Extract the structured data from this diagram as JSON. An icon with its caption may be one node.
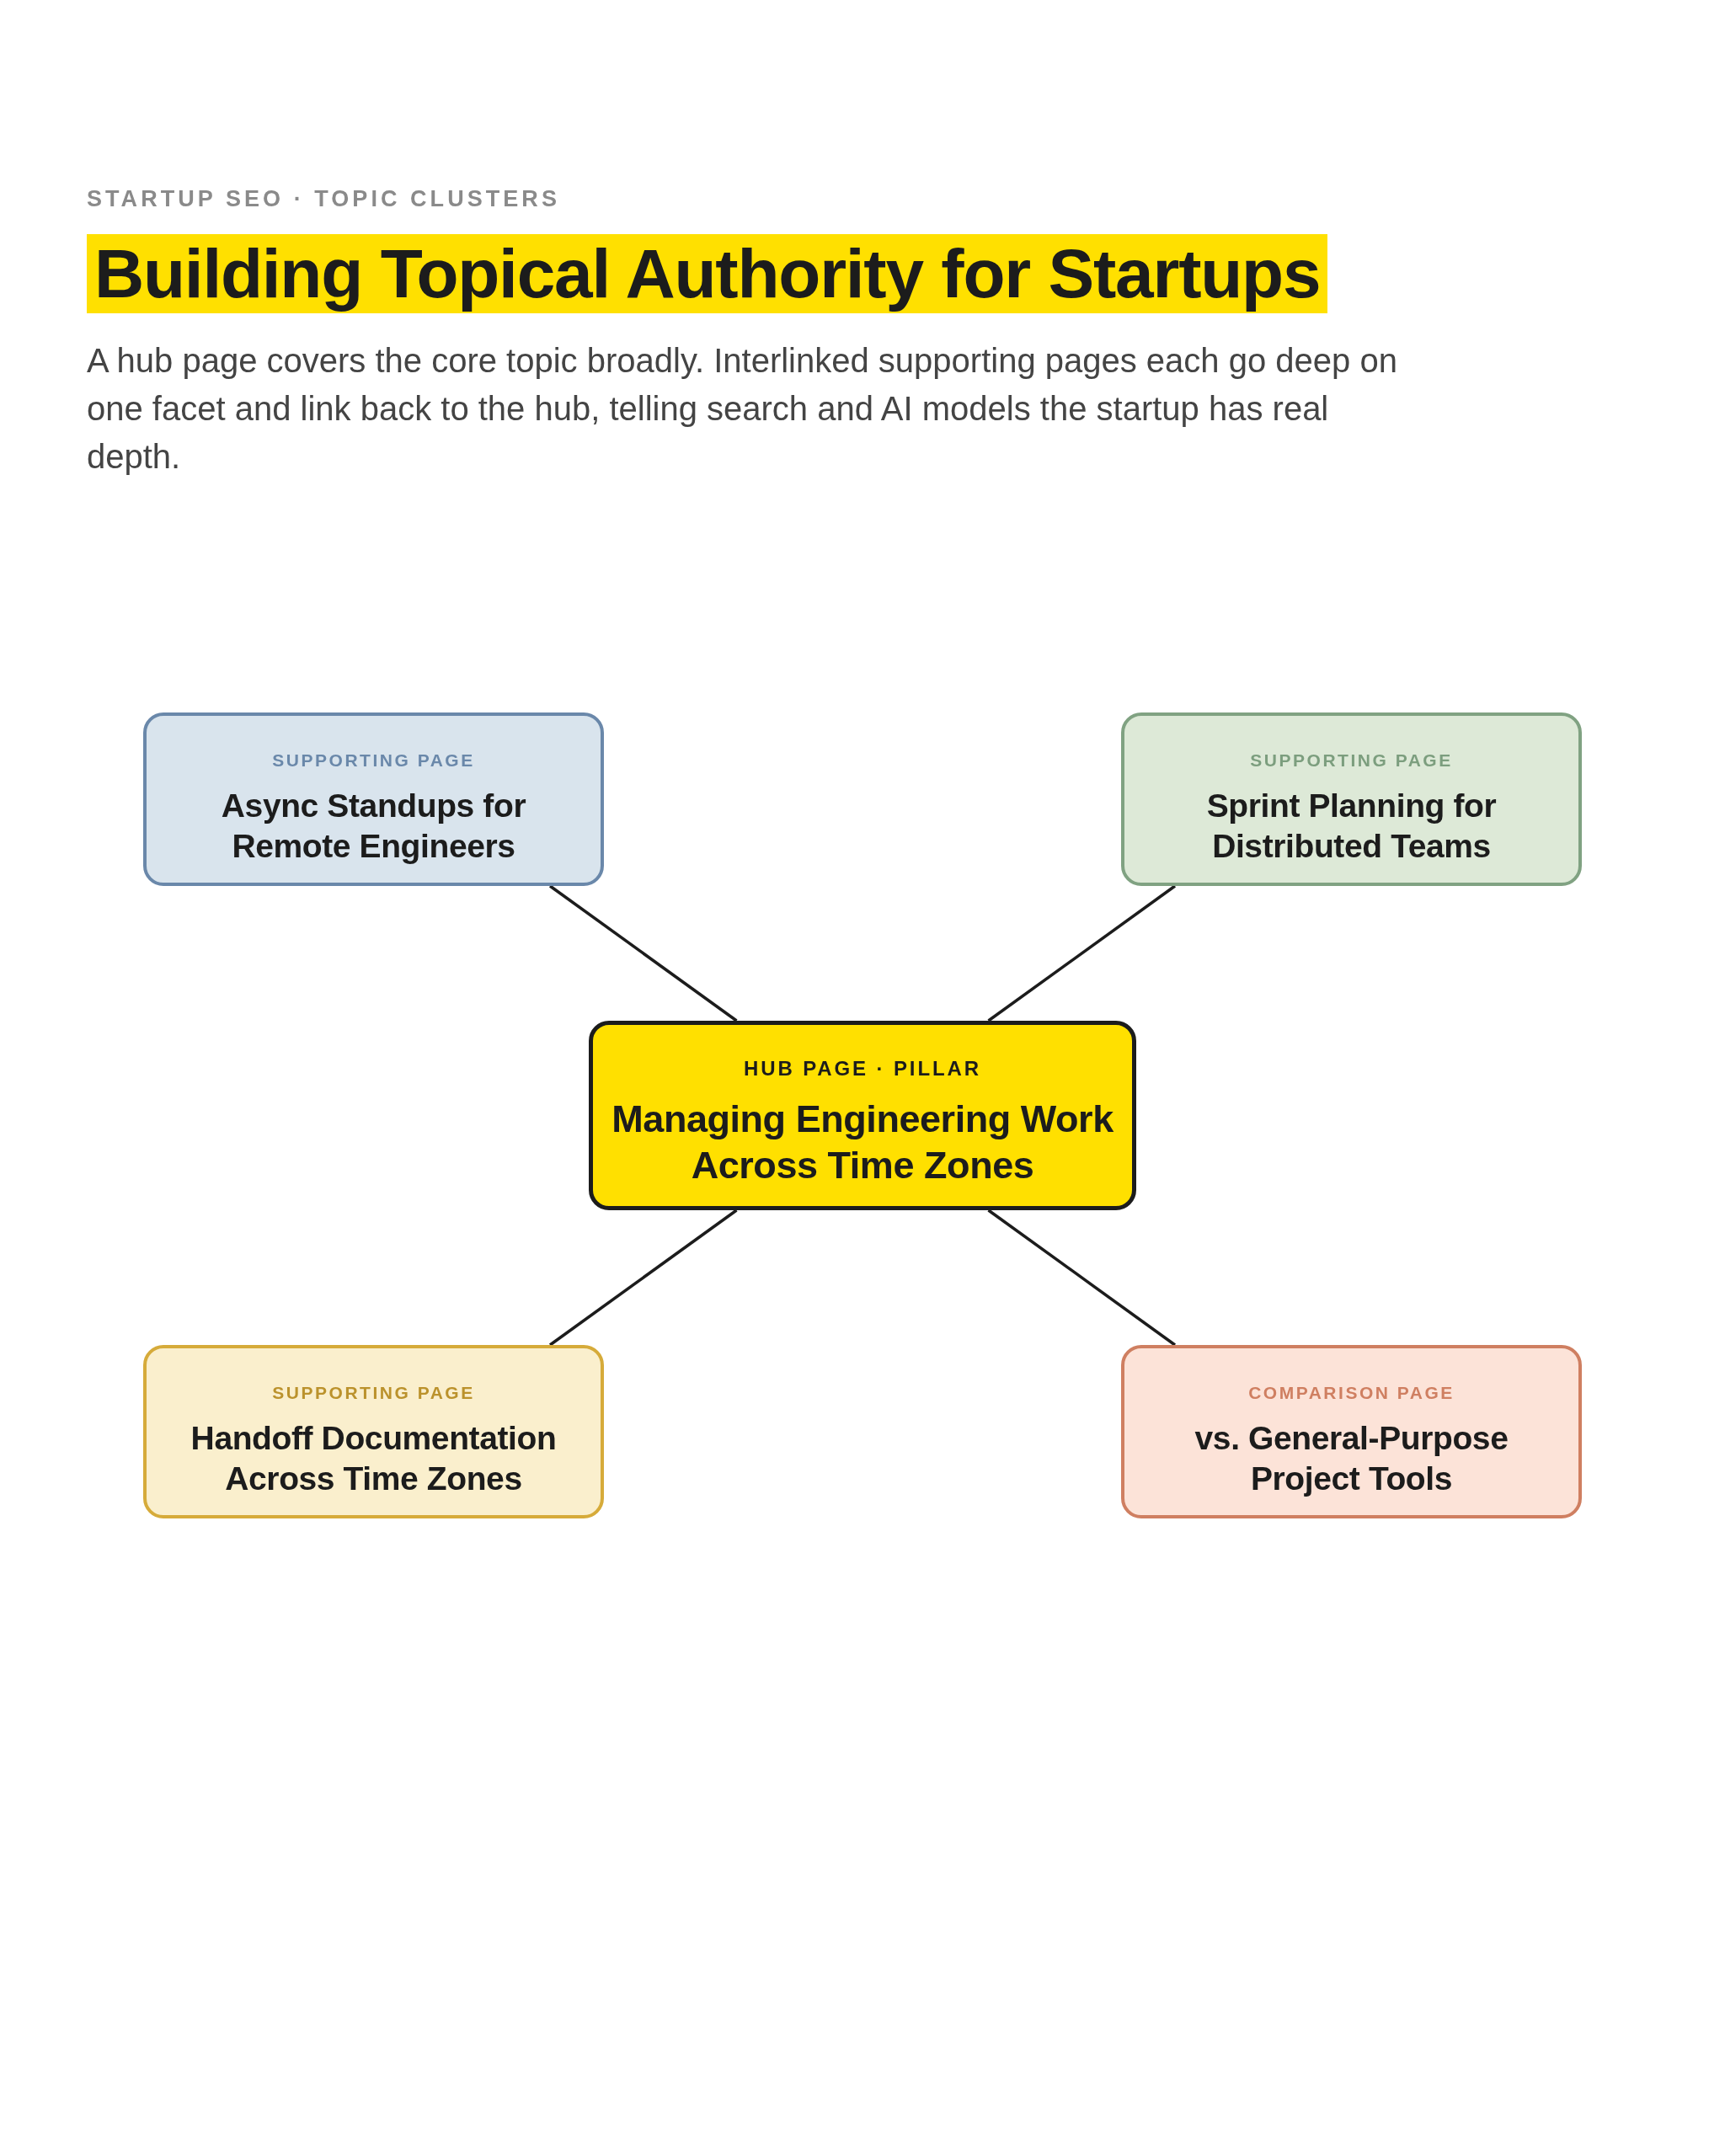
{
  "diagram": {
    "title": "Building Topical Authority for Startups",
    "nodes": [
      {
        "text": [
          "SUPPORTING PAGE",
          "Async Standups for Remote Engineers"
        ]
      },
      {
        "text": [
          "SUPPORTING PAGE",
          "Sprint Planning for Distributed Teams"
        ]
      },
      {
        "text": [
          "HUB PAGE · PILLAR",
          "Managing Engineering Work Across Time Zones"
        ]
      },
      {
        "text": [
          "SUPPORTING PAGE",
          "Handoff Documentation Across Time Zones"
        ]
      },
      {
        "text": [
          "COMPARISON PAGE",
          "vs. General-Purpose Project Tools"
        ]
      }
    ],
    "edges": [
      {
        "from": 2,
        "to": 0,
        "arrow": "none"
      },
      {
        "from": 2,
        "to": 1,
        "arrow": "none"
      },
      {
        "from": 2,
        "to": 3,
        "arrow": "none"
      },
      {
        "from": 2,
        "to": 4,
        "arrow": "none"
      }
    ],
    "labels": [
      "STARTUP SEO · TOPIC CLUSTERS",
      "A hub page covers the core topic broadly. Interlinked supporting pages each go deep on one facet and link back to the hub, telling search and AI models the startup has real depth."
    ]
  }
}
